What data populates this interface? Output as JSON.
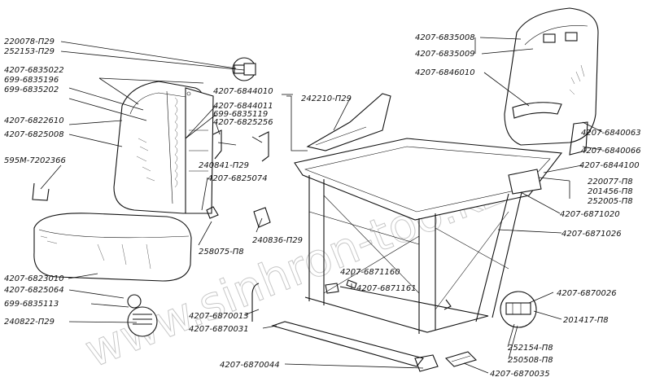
{
  "watermark": "www.sinhron-too.kz",
  "labels": {
    "l01": "220078-П29",
    "l02": "252153-П29",
    "l03": "4207-6835022",
    "l04": "699-6835196",
    "l05": "699-6835202",
    "l06": "4207-6822610",
    "l07": "4207-6825008",
    "l08": "595М-7202366",
    "l09": "4207-6844010",
    "l10": "4207-6844011",
    "l11": "699-6835119",
    "l12": "4207-6825256",
    "l13": "240841-П29",
    "l14": "4207-6825074",
    "l15": "240836-П29",
    "l16": "258075-П8",
    "l17": "4207-6823010",
    "l18": "4207-6825064",
    "l19": "699-6835113",
    "l20": "240822-П29",
    "l21": "242210-П29",
    "l22": "4207-6835008",
    "l23": "4207-6835009",
    "l24": "4207-6846010",
    "l25": "4207-6840063",
    "l26": "4207-6840066",
    "l27": "4207-6844100",
    "l28": "220077-П8",
    "l29": "201456-П8",
    "l30": "252005-П8",
    "l31": "4207-6871020",
    "l32": "4207-6871026",
    "l33": "4207-6871160",
    "l34": "4207-6871161",
    "l35": "4207-6870026",
    "l36": "201417-П8",
    "l37": "252154-П8",
    "l38": "250508-П8",
    "l39": "4207-6870035",
    "l40": "4207-6870044",
    "l41": "4207-6870013",
    "l42": "4207-6870031"
  }
}
